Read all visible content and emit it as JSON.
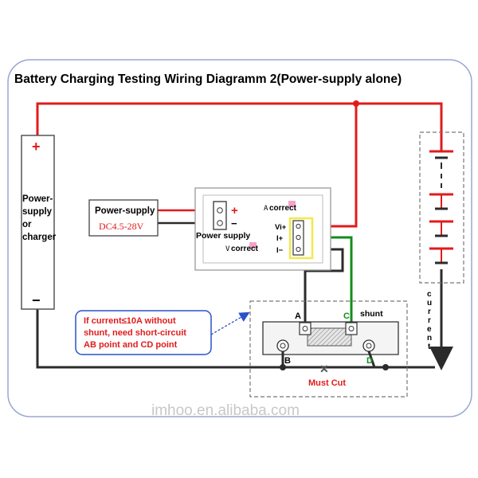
{
  "title": "Battery Charging Testing Wiring Diagramm 2(Power-supply alone)",
  "charger": {
    "plus": "+",
    "minus": "−",
    "label_lines": [
      "Power-",
      "supply",
      "or",
      "charger"
    ]
  },
  "supply": {
    "label": "Power-supply",
    "voltage": "DC4.5-28V",
    "plus": "+",
    "minus": "−"
  },
  "meter": {
    "supply_label": "Power supply",
    "a_correct": "correct",
    "v_correct": "correct",
    "a_mark": "A",
    "v_mark": "V",
    "terminals": [
      "Vi+",
      "I+",
      "I−"
    ]
  },
  "shunt": {
    "label": "shunt",
    "points": [
      "A",
      "C",
      "B",
      "D"
    ],
    "cut": "Must Cut",
    "cut_mark": "✕"
  },
  "note": {
    "lines": [
      "If current≤10A without",
      "shunt, need short-circuit",
      "AB point and CD point"
    ]
  },
  "current_label": [
    "c",
    "u",
    "r",
    "r",
    "e",
    "n",
    "t"
  ],
  "watermark": "imhoo.en.alibaba.com",
  "colors": {
    "red_wire": "#e11b1b",
    "black_wire": "#2b2b2b",
    "green_wire": "#128c1b",
    "note_border": "#2a52c9",
    "highlight": "#f5e84a",
    "frame": "#9aa6d6"
  }
}
